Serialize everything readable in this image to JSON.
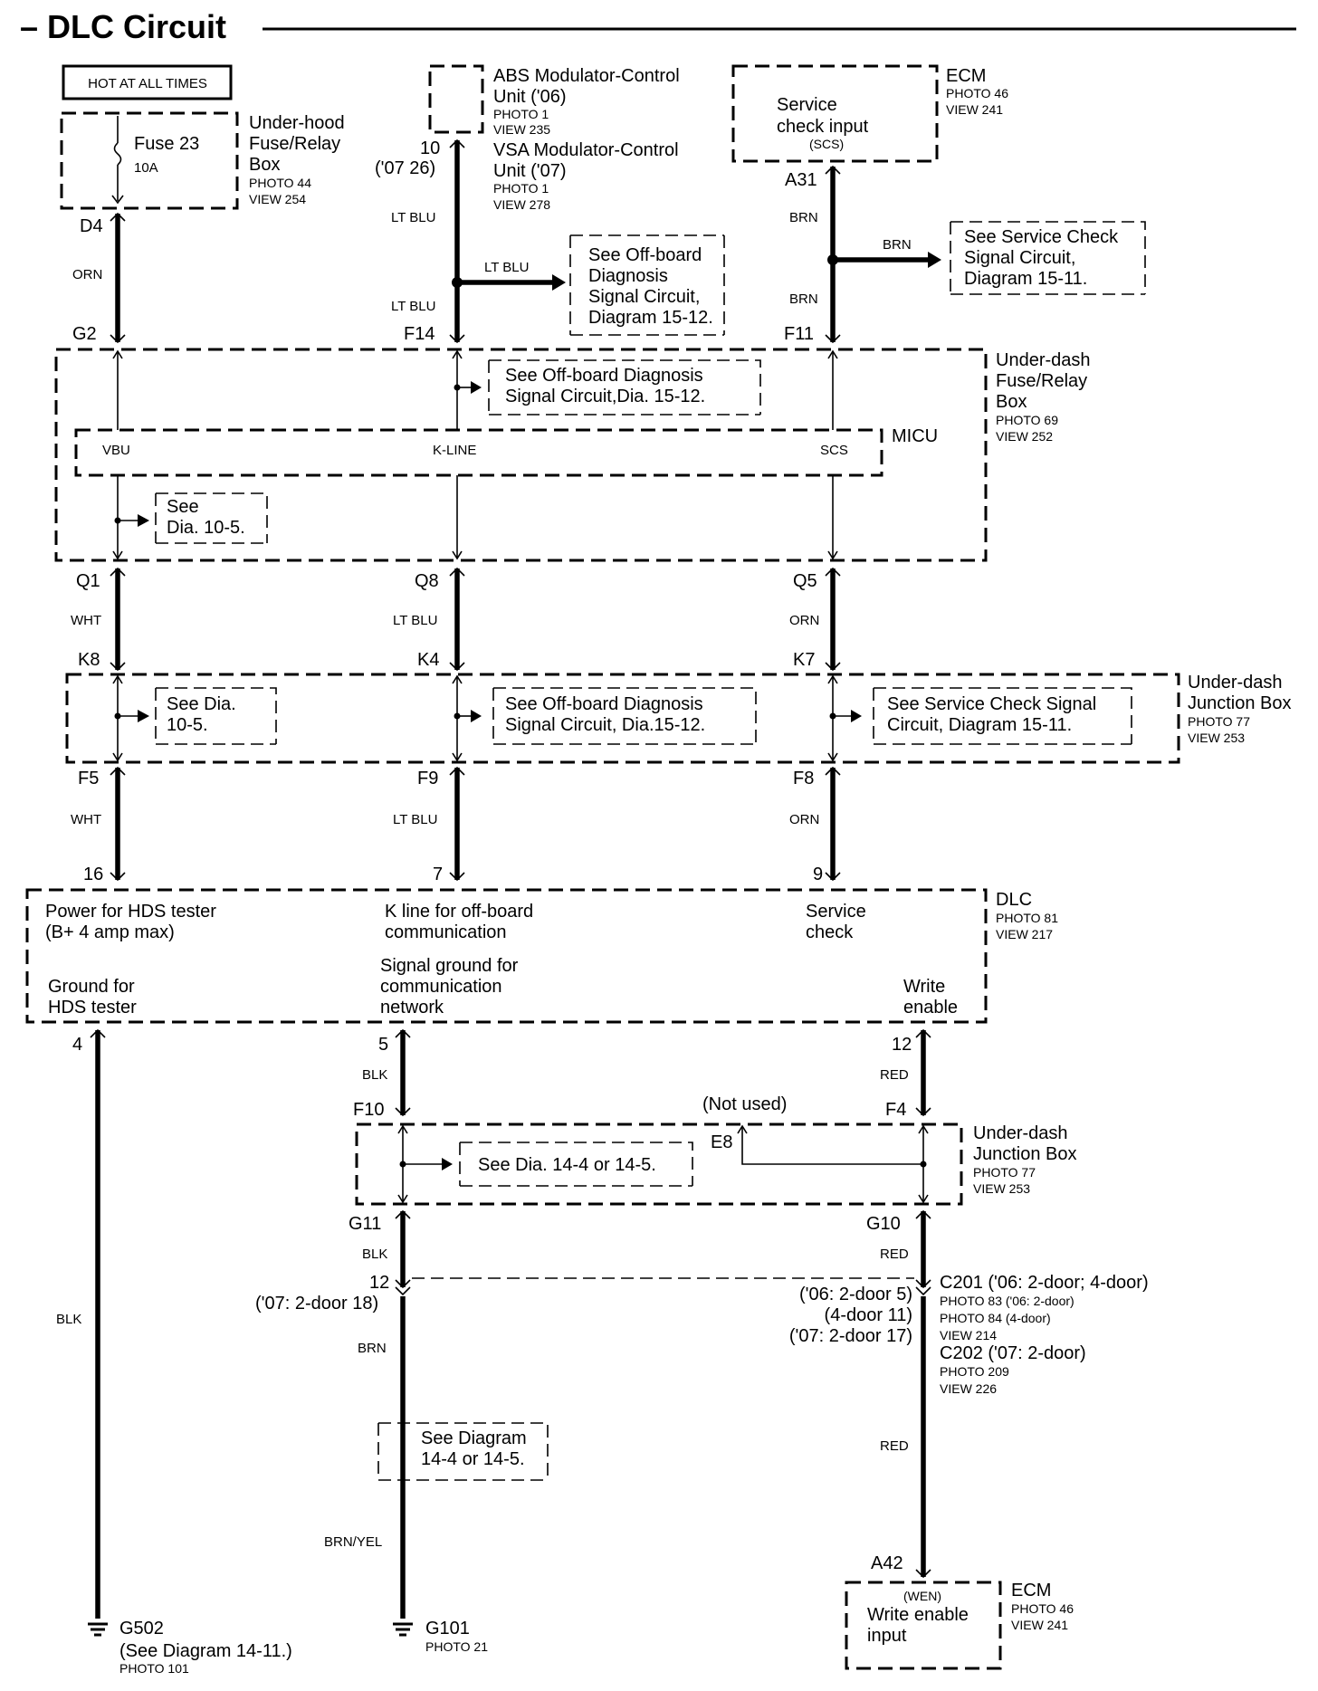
{
  "title": "– DLC Circuit",
  "hot_at_all_times": "HOT AT ALL TIMES",
  "fuse": {
    "name": "Fuse 23",
    "rating": "10A"
  },
  "underhood_box": {
    "line1": "Under-hood",
    "line2": "Fuse/Relay",
    "line3": "Box",
    "photo": "PHOTO 44",
    "view": "VIEW 254"
  },
  "abs_unit": {
    "line1": "ABS Modulator-Control",
    "line2": "Unit ('06)",
    "photo": "PHOTO 1",
    "view": "VIEW 235"
  },
  "vsa_unit": {
    "line1": "VSA Modulator-Control",
    "line2": "Unit ('07)",
    "photo": "PHOTO 1",
    "view": "VIEW 278"
  },
  "ecm_top": {
    "name": "ECM",
    "photo": "PHOTO 46",
    "view": "VIEW 241",
    "box_line1": "Service",
    "box_line2": "check input",
    "box_line3": "(SCS)"
  },
  "pins_top": {
    "d4": "D4",
    "abs_pin": "10",
    "abs_pin_07": "('07 26)",
    "a31": "A31"
  },
  "wire_colors": {
    "orn": "ORN",
    "lt_blu": "LT BLU",
    "brn": "BRN",
    "wht": "WHT",
    "blk": "BLK",
    "red": "RED",
    "brn_yel": "BRN/YEL"
  },
  "see_offboard_top": {
    "line1": "See Off-board",
    "line2": "Diagnosis",
    "line3": "Signal Circuit,",
    "line4": "Diagram 15-12."
  },
  "see_service_top": {
    "line1": "See Service Check",
    "line2": "Signal Circuit,",
    "line3": "Diagram 15-11."
  },
  "underdash_fuse_box": {
    "line1": "Under-dash",
    "line2": "Fuse/Relay",
    "line3": "Box",
    "photo": "PHOTO 69",
    "view": "VIEW 252"
  },
  "micu": {
    "name": "MICU",
    "vbu": "VBU",
    "kline": "K-LINE",
    "scs": "SCS"
  },
  "pins_fuse_box": {
    "g2": "G2",
    "f14": "F14",
    "f11": "F11",
    "q1": "Q1",
    "q8": "Q8",
    "q5": "Q5"
  },
  "see_offboard_micu": {
    "line1": "See Off-board Diagnosis",
    "line2": "Signal Circuit,Dia. 15-12."
  },
  "see_dia_105_a": {
    "line1": "See",
    "line2": "Dia. 10-5."
  },
  "underdash_jbox1": {
    "line1": "Under-dash",
    "line2": "Junction Box",
    "photo": "PHOTO 77",
    "view": "VIEW 253"
  },
  "pins_jbox1": {
    "k8": "K8",
    "k4": "K4",
    "k7": "K7",
    "f5": "F5",
    "f9": "F9",
    "f8": "F8"
  },
  "see_dia_105_b": {
    "line1": "See Dia.",
    "line2": "10-5."
  },
  "see_offboard_jbox": {
    "line1": "See Off-board Diagnosis",
    "line2": "Signal Circuit, Dia.15-12."
  },
  "see_service_jbox": {
    "line1": "See Service Check Signal",
    "line2": "Circuit, Diagram 15-11."
  },
  "dlc": {
    "name": "DLC",
    "photo": "PHOTO 81",
    "view": "VIEW 217",
    "pin16": "16",
    "pin7": "7",
    "pin9": "9",
    "pin4": "4",
    "pin5": "5",
    "pin12": "12",
    "power_line1": "Power for HDS tester",
    "power_line2": "(B+ 4 amp max)",
    "kline_line1": "K line for off-board",
    "kline_line2": "communication",
    "service_line1": "Service",
    "service_line2": "check",
    "sg_line1": "Signal ground for",
    "sg_line2": "communication",
    "sg_line3": "network",
    "gnd_line1": "Ground for",
    "gnd_line2": "HDS tester",
    "write_line1": "Write",
    "write_line2": "enable"
  },
  "underdash_jbox2": {
    "line1": "Under-dash",
    "line2": "Junction Box",
    "photo": "PHOTO 77",
    "view": "VIEW 253"
  },
  "pins_jbox2": {
    "f10": "F10",
    "f4": "F4",
    "e8": "E8",
    "not_used": "(Not used)",
    "g11": "G11",
    "g10": "G10"
  },
  "see_dia_144": {
    "text": "See Dia. 14-4 or 14-5."
  },
  "c201": {
    "left_pin": "12",
    "left_pin_07": "('07: 2-door 18)",
    "right_06": "('06: 2-door 5)",
    "right_4door": "(4-door 11)",
    "right_07": "('07: 2-door 17)",
    "name": "C201 ('06: 2-door; 4-door)",
    "photo1": "PHOTO 83 ('06: 2-door)",
    "photo2": "PHOTO 84 (4-door)",
    "view": "VIEW 214",
    "c202": "C202 ('07: 2-door)",
    "c202_photo": "PHOTO 209",
    "c202_view": "VIEW 226"
  },
  "see_diagram_144": {
    "line1": "See Diagram",
    "line2": "14-4 or 14-5."
  },
  "g502": {
    "name": "G502",
    "see": "(See Diagram 14-11.)",
    "photo": "PHOTO 101"
  },
  "g101": {
    "name": "G101",
    "photo": "PHOTO 21"
  },
  "ecm_bottom": {
    "pin": "A42",
    "name": "ECM",
    "photo": "PHOTO 46",
    "view": "VIEW 241",
    "line1": "(WEN)",
    "line2": "Write enable",
    "line3": "input"
  }
}
